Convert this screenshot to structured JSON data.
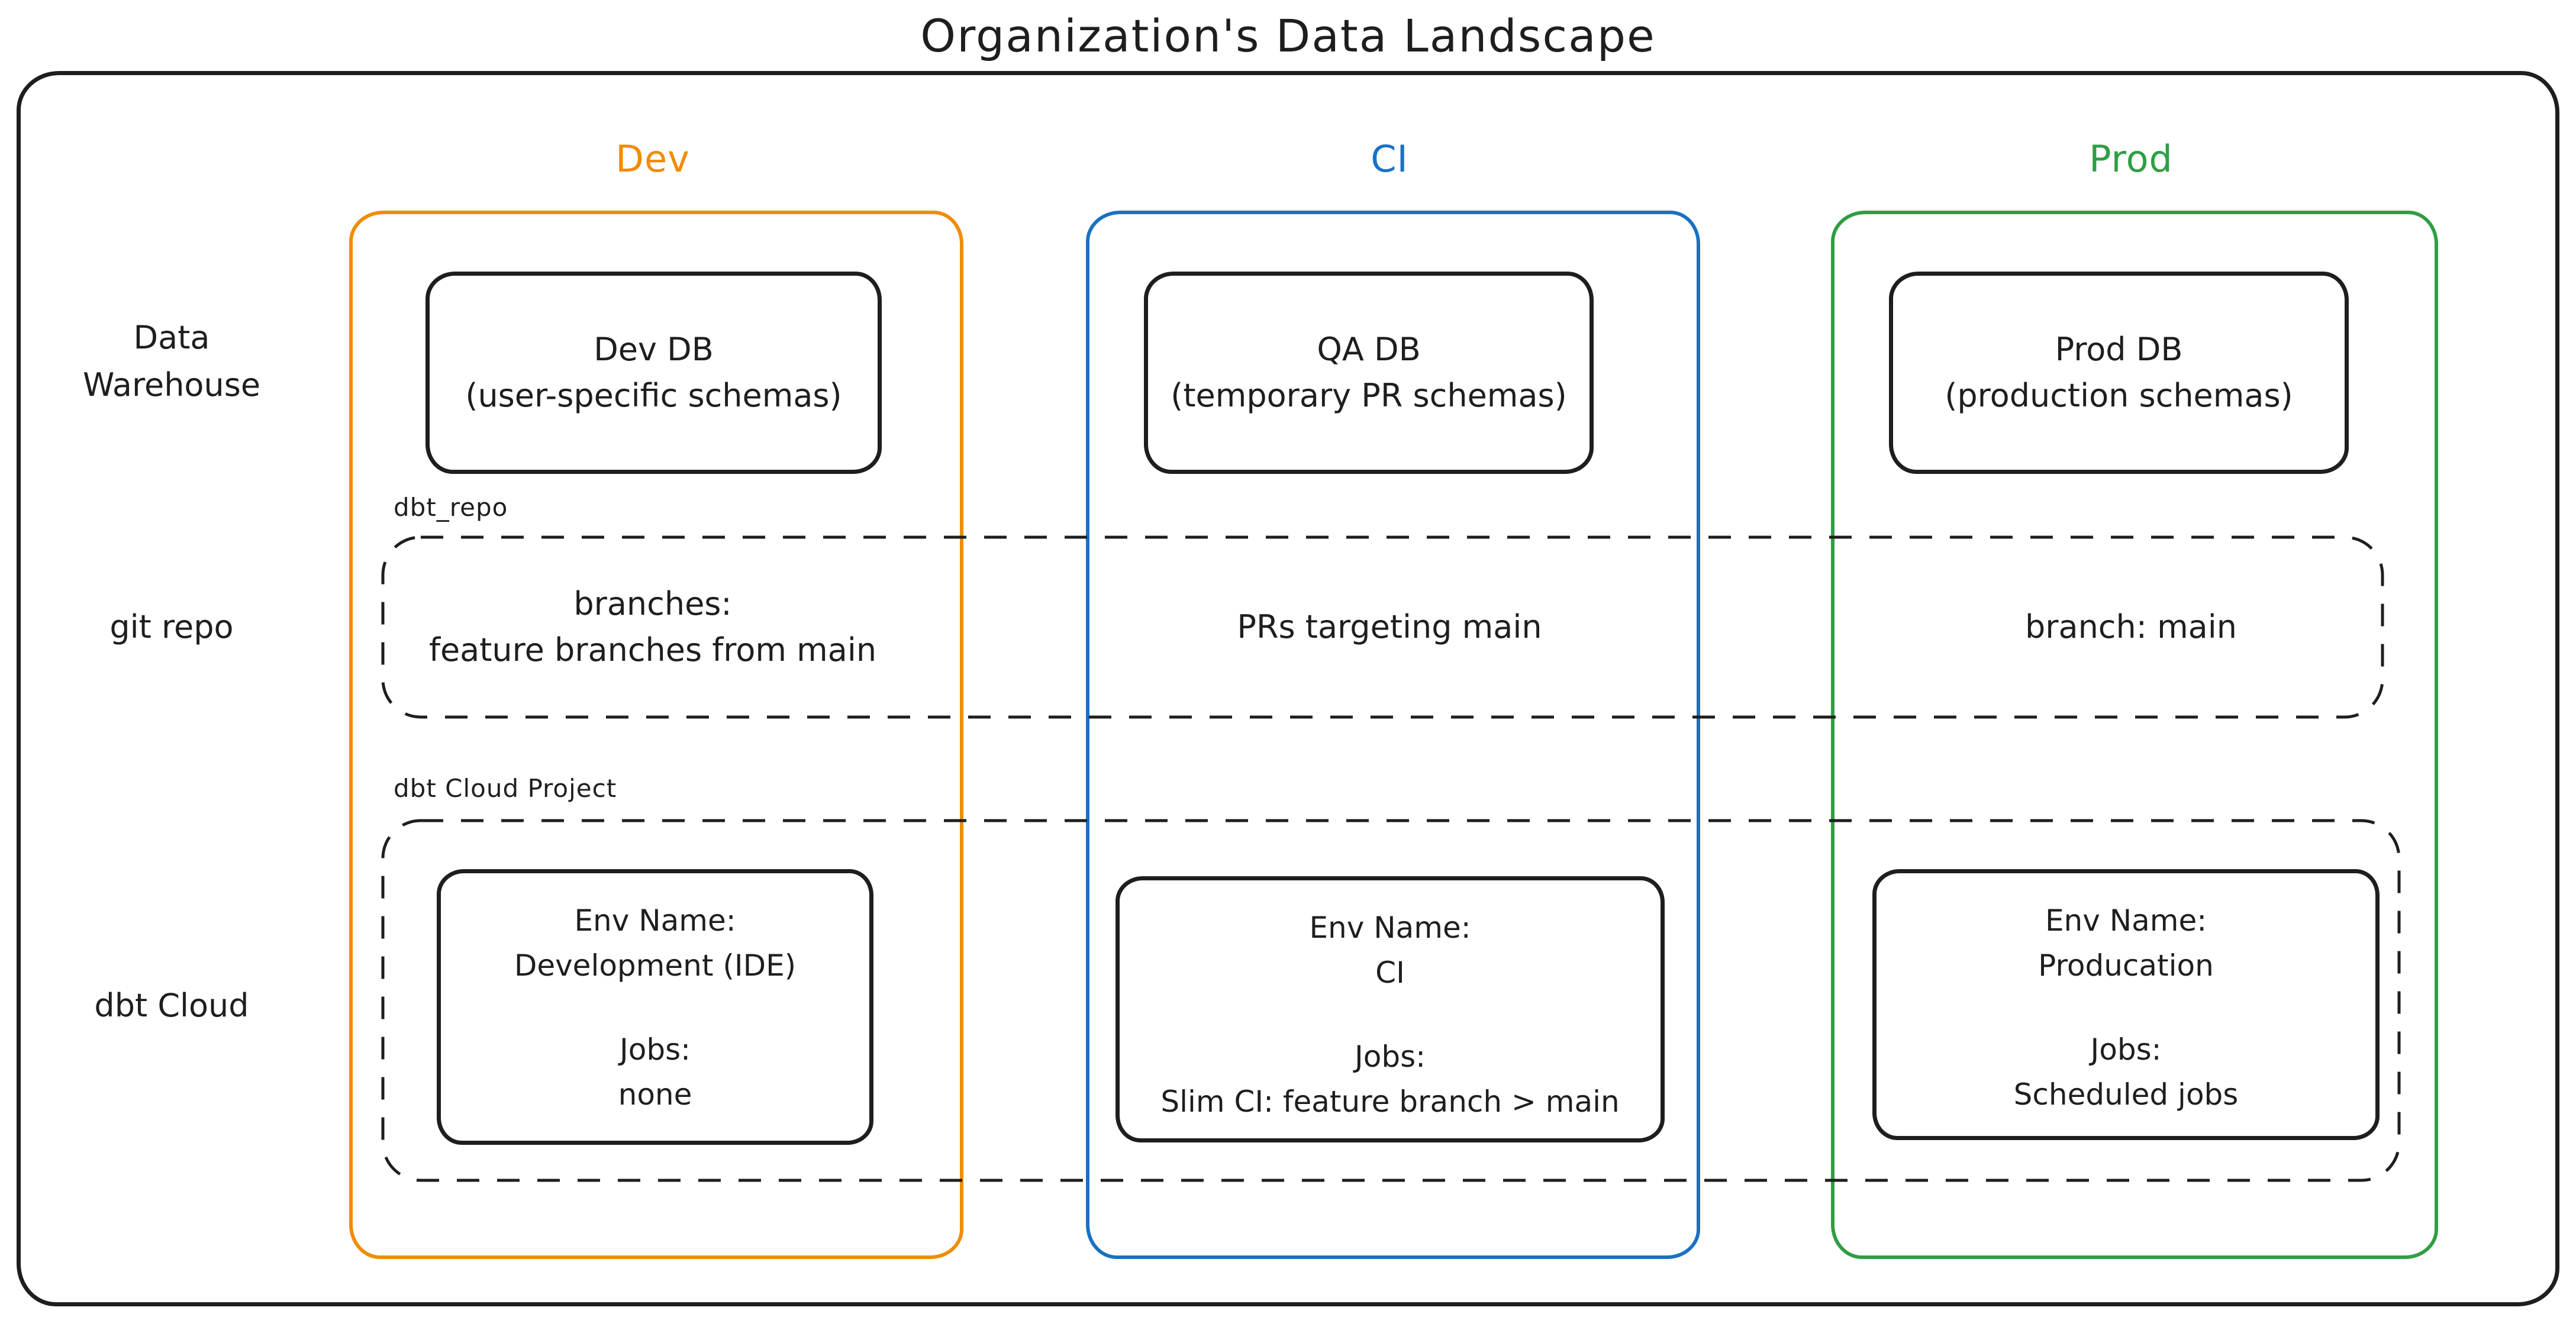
{
  "title": "Organization's Data Landscape",
  "colors": {
    "dev": "#f08c00",
    "ci": "#1971c2",
    "prod": "#2f9e44",
    "ink": "#1e1e1e",
    "background": "#ffffff"
  },
  "rows": {
    "warehouse_label": "Data\nWarehouse",
    "git_label": "git repo",
    "cloud_label": "dbt Cloud"
  },
  "overlays": {
    "repo_box_label": "dbt_repo",
    "cloud_box_label": "dbt Cloud Project"
  },
  "columns": {
    "dev": {
      "label": "Dev",
      "db_title": "Dev DB",
      "db_subtitle": "(user-specific schemas)",
      "git_text": "branches:\nfeature branches from main",
      "env_label": "Env Name:",
      "env_name": "Development (IDE)",
      "jobs_label": "Jobs:",
      "jobs_value": "none"
    },
    "ci": {
      "label": "CI",
      "db_title": "QA DB",
      "db_subtitle": "(temporary PR schemas)",
      "git_text": "PRs targeting main",
      "env_label": "Env Name:",
      "env_name": "CI",
      "jobs_label": "Jobs:",
      "jobs_value": "Slim CI: feature branch > main"
    },
    "prod": {
      "label": "Prod",
      "db_title": "Prod DB",
      "db_subtitle": "(production schemas)",
      "git_text": "branch: main",
      "env_label": "Env Name:",
      "env_name": "Producation",
      "jobs_label": "Jobs:",
      "jobs_value": "Scheduled jobs"
    }
  }
}
